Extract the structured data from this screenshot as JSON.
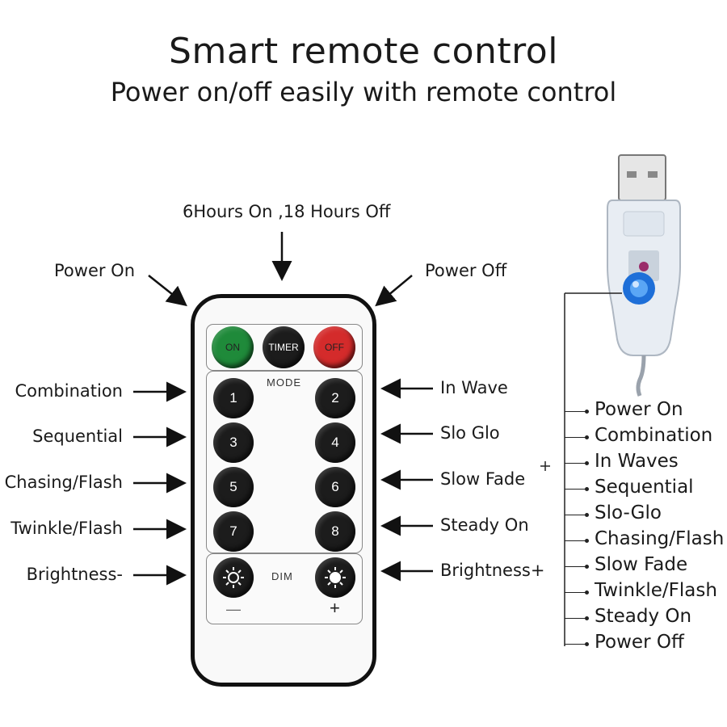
{
  "header": {
    "title": "Smart remote control",
    "subtitle": "Power on/off easily with remote control"
  },
  "callouts": {
    "timer": "6Hours On ,18 Hours Off",
    "power_on": "Power On",
    "power_off": "Power Off",
    "left": [
      "Combination",
      "Sequential",
      "Chasing/Flash",
      "Twinkle/Flash",
      "Brightness-"
    ],
    "right": [
      "In Wave",
      "Slo Glo",
      "Slow Fade",
      "Steady On",
      "Brightness+"
    ]
  },
  "remote": {
    "on_label": "ON",
    "timer_label": "TIMER",
    "off_label": "OFF",
    "mode_label": "MODE",
    "dim_label": "DIM",
    "minus_label": "—",
    "plus_label": "+",
    "keys": [
      "1",
      "2",
      "3",
      "4",
      "5",
      "6",
      "7",
      "8"
    ],
    "colors": {
      "on": "#1f8a3a",
      "off": "#d42b2b",
      "key": "#1c1c1c"
    }
  },
  "usb_modes": [
    "Power On",
    "Combination",
    "In Waves",
    "Sequential",
    "Slo-Glo",
    "Chasing/Flash",
    "Slow Fade",
    "Twinkle/Flash",
    "Steady On",
    "Power Off"
  ]
}
